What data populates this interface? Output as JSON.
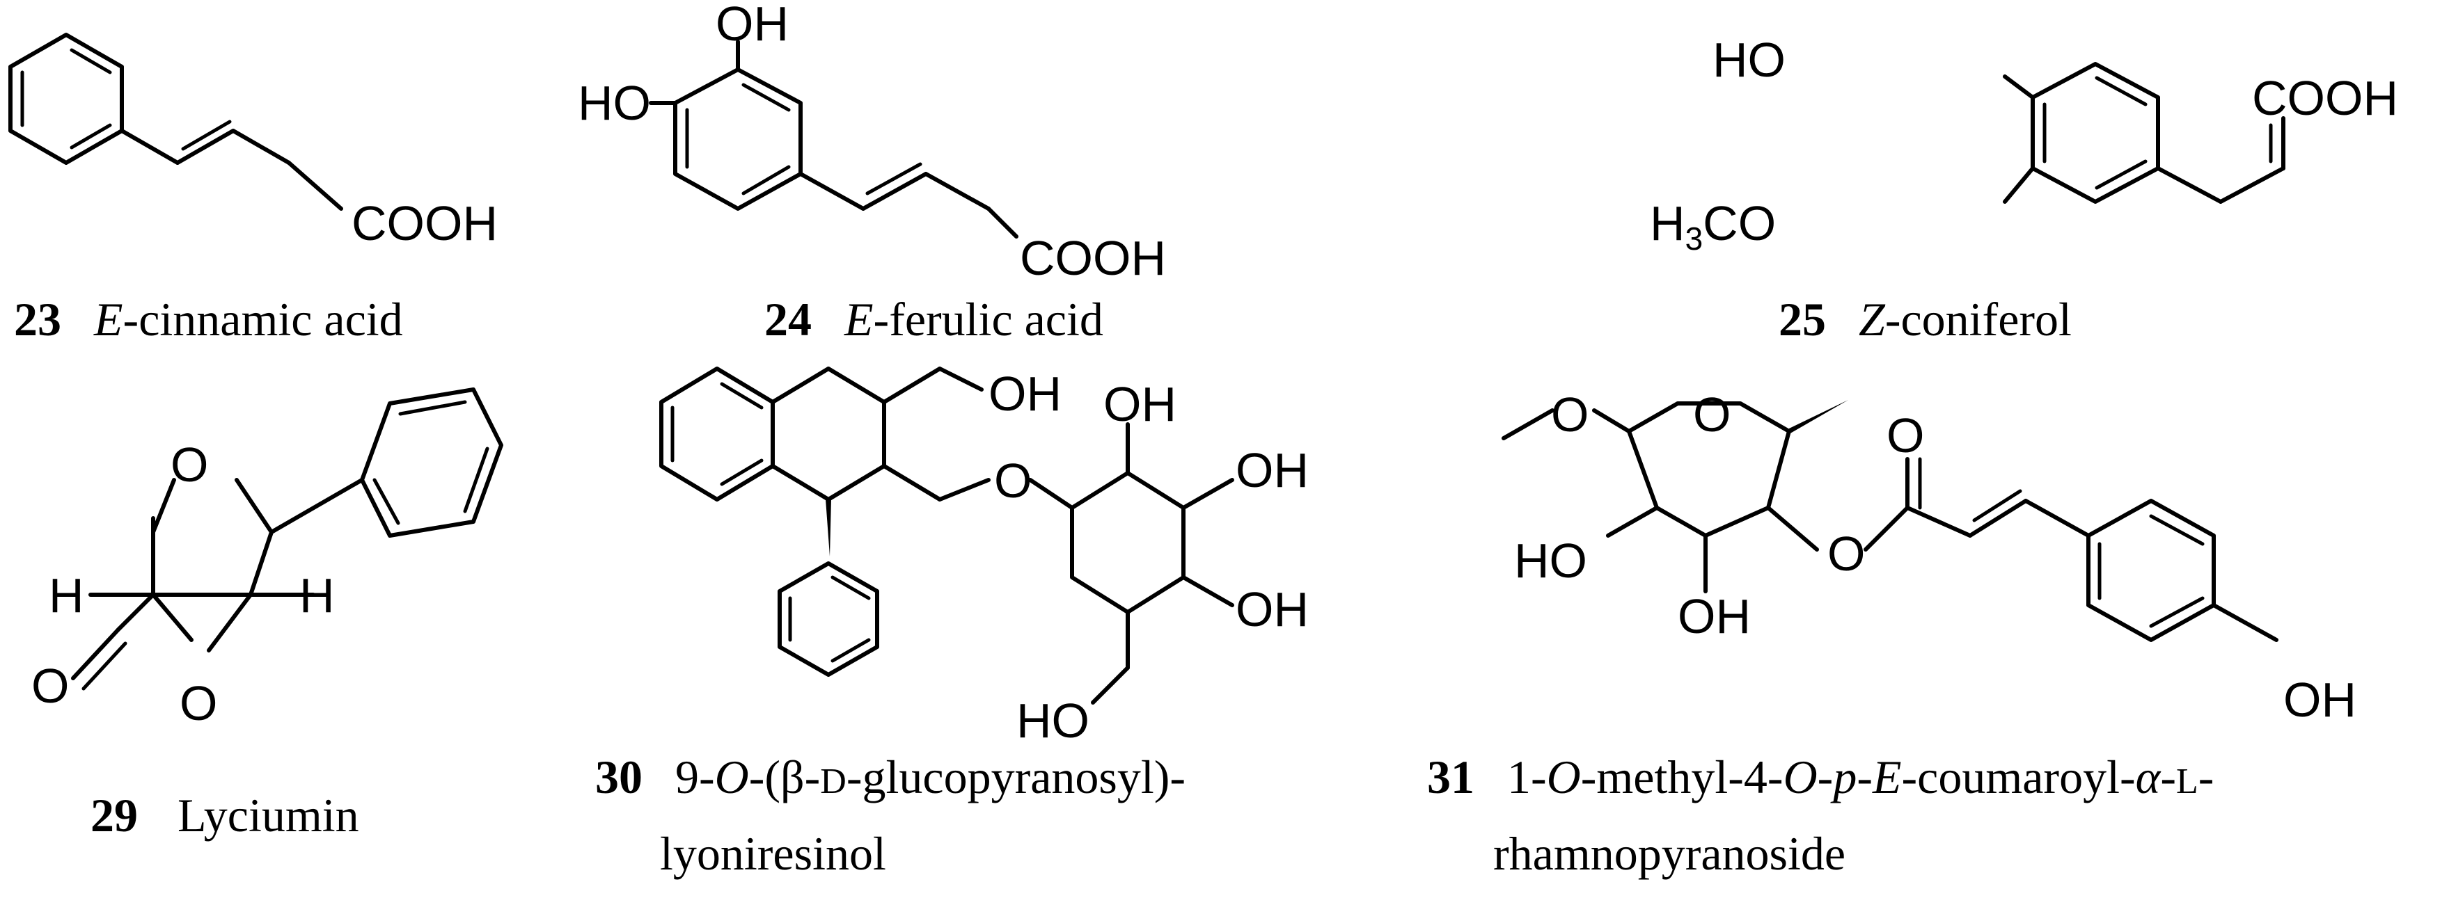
{
  "compounds": [
    {
      "number": "23",
      "name": "E-cinnamic acid",
      "prefix_italic": "E",
      "name_rest": "-cinnamic acid",
      "labels": {
        "acid": "COOH"
      }
    },
    {
      "number": "24",
      "name": "E-ferulic acid",
      "prefix_italic": "E",
      "name_rest": "-ferulic acid",
      "labels": {
        "oh_top": "OH",
        "oh_left": "HO",
        "acid": "COOH"
      }
    },
    {
      "number": "25",
      "name": "Z-coniferol",
      "prefix_italic": "Z",
      "name_rest": "-coniferol",
      "labels": {
        "oh": "HO",
        "methoxy_h": "H",
        "methoxy_sub": "3",
        "methoxy_rest": "CO",
        "acid": "COOH"
      }
    },
    {
      "number": "29",
      "name": "Lyciumin",
      "labels": {
        "ring_o": "O",
        "h_left": "H",
        "h_right": "H",
        "carbonyl_o": "O",
        "lactone_o": "O"
      }
    },
    {
      "number": "30",
      "name_line1": "9-O-(β-D-glucopyranosyl)-",
      "name_line2": "lyoniresinol",
      "name_parts": {
        "p1": "9-",
        "i1": "O",
        "p2": "-(β-",
        "sc": "D",
        "p3": "-glucopyranosyl)-"
      },
      "labels": {
        "oh_ch2": "OH",
        "ether_o": "O",
        "oh1": "OH",
        "oh2": "OH",
        "oh3": "OH",
        "ho_bottom": "HO"
      }
    },
    {
      "number": "31",
      "name_line1": "1-O-methyl-4-O-p-E-coumaroyl-α-L-",
      "name_line2": "rhamnopyranoside",
      "name_parts": {
        "p1": "1-",
        "i1": "O",
        "p2": "-methyl-4-",
        "i2": "O",
        "p3": "-",
        "i3": "p",
        "p4": "-",
        "i4": "E",
        "p5": "-coumaroyl-",
        "i5": "α",
        "p6": "-",
        "sc": "L",
        "p7": "-"
      },
      "labels": {
        "methoxy_o": "O",
        "ring_o": "O",
        "carbonyl_o": "O",
        "ester_o": "O",
        "ho_left": "HO",
        "oh_bottom": "OH",
        "oh_phenol": "OH"
      }
    }
  ]
}
